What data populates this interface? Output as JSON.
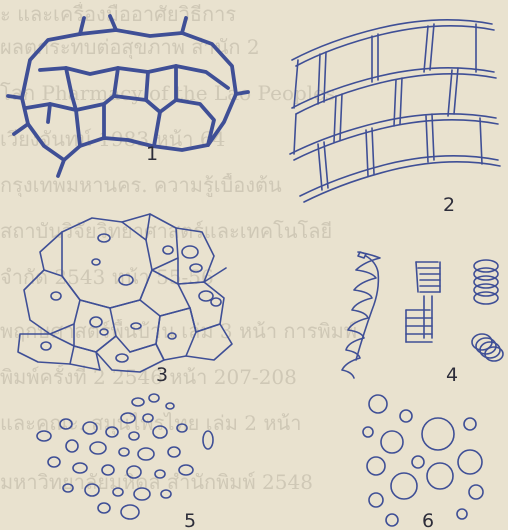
{
  "background_text": [
    "ะ และเครื่องมืออาศัยวิธีการ",
    "ผลตกระทบต่อสุขภาพ สำนัก 2",
    "โลก Pharmacy of the Lao Peoples",
    "เวียงจันทน์ 1983 หน้า 64",
    "กรุงเทพมหานคร. ความรู้เบื้องต้น",
    "สถาบันวิจัยวิทยาศาสตร์และเทคโนโลยี",
    "จำกัด 2543 หน้า 55-56",
    "พฤกษศาสตร์พื้นบ้าน เล่ม 3 หน้า การพิมพ์",
    "พิมพ์ครั้งที่ 2 2546 หน้า 207-208",
    "และคณะ. สมุนไพรไทย เล่ม 2 หน้า",
    "มหาวิทยาลัยมหิดล สำนักพิมพ์ 2548"
  ],
  "panels": [
    {
      "id": "1",
      "label": "1"
    },
    {
      "id": "2",
      "label": "2"
    },
    {
      "id": "3",
      "label": "3"
    },
    {
      "id": "4",
      "label": "4"
    },
    {
      "id": "5",
      "label": "5"
    },
    {
      "id": "6",
      "label": "6"
    }
  ],
  "colors": {
    "ink": "#3f4f96",
    "paper": "#e9e2cf",
    "faded_text": "#cfc8b6",
    "label": "#2d2d3a"
  }
}
